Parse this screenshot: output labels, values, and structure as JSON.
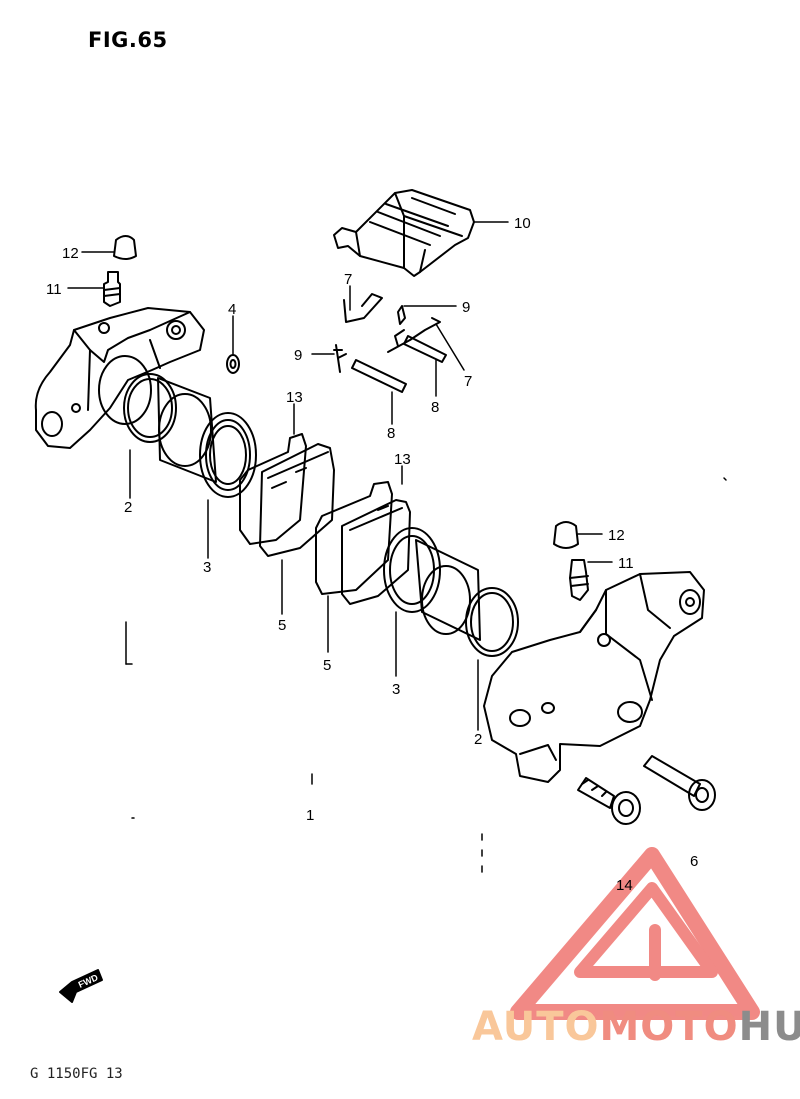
{
  "title": "FIG.65",
  "footer_code": "G 1150FG 13",
  "fwd_label": "FWD",
  "colors": {
    "line": "#000000",
    "logo_triangle": "#f07d78",
    "logo_auto": "#f9c79a",
    "logo_moto": "#f08c80",
    "logo_hub": "#8c8c8c"
  },
  "watermark": {
    "part1": "AUTO",
    "part2": "MOTO",
    "part3": "HUB"
  },
  "callouts": [
    {
      "id": "c-10",
      "label": "10"
    },
    {
      "id": "c-12a",
      "label": "12"
    },
    {
      "id": "c-11a",
      "label": "11"
    },
    {
      "id": "c-4",
      "label": "4"
    },
    {
      "id": "c-7a",
      "label": "7"
    },
    {
      "id": "c-9a",
      "label": "9"
    },
    {
      "id": "c-9b",
      "label": "9"
    },
    {
      "id": "c-7b",
      "label": "7"
    },
    {
      "id": "c-8a",
      "label": "8"
    },
    {
      "id": "c-8b",
      "label": "8"
    },
    {
      "id": "c-13a",
      "label": "13"
    },
    {
      "id": "c-13b",
      "label": "13"
    },
    {
      "id": "c-2a",
      "label": "2"
    },
    {
      "id": "c-3a",
      "label": "3"
    },
    {
      "id": "c-5a",
      "label": "5"
    },
    {
      "id": "c-5b",
      "label": "5"
    },
    {
      "id": "c-3b",
      "label": "3"
    },
    {
      "id": "c-2b",
      "label": "2"
    },
    {
      "id": "c-12b",
      "label": "12"
    },
    {
      "id": "c-11b",
      "label": "11"
    },
    {
      "id": "c-1",
      "label": "1"
    },
    {
      "id": "c-6",
      "label": "6"
    },
    {
      "id": "c-14",
      "label": "14"
    }
  ]
}
